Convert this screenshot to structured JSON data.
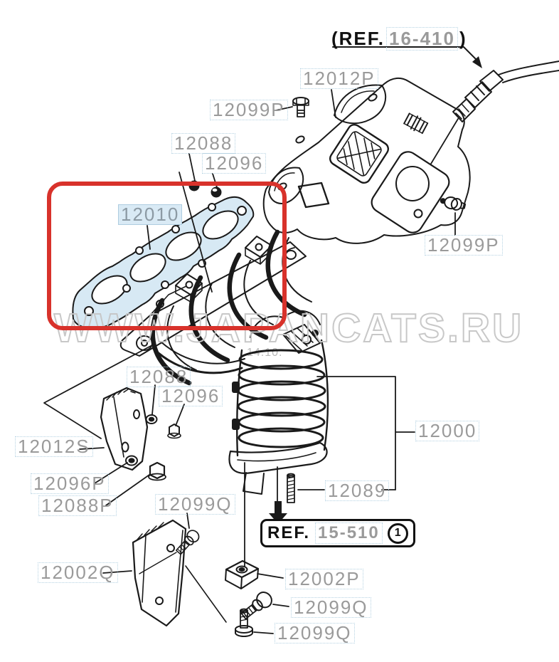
{
  "watermark": {
    "text": "WWW.JAPANCATS.RU"
  },
  "date_stamp": {
    "text": "14.10."
  },
  "colors": {
    "highlight_box": "#d8322b",
    "label_text": "#9a9a9a",
    "label_border_dotted": "#b5d2e2",
    "selected_label_bg": "#d9eaf5",
    "line_art": "#1a1a1a",
    "gasket_fill": "#d7e9f4"
  },
  "refs": {
    "top": {
      "prefix": "(REF.",
      "code": "16-410",
      "suffix": ")"
    },
    "bottom": {
      "prefix": "REF.",
      "code": "15-510",
      "badge": "1"
    }
  },
  "part_labels": [
    {
      "text": "12012P",
      "selected": false
    },
    {
      "text": "12099P",
      "selected": false
    },
    {
      "text": "12088",
      "selected": false
    },
    {
      "text": "12096",
      "selected": false
    },
    {
      "text": "12010",
      "selected": true
    },
    {
      "text": "12099P",
      "selected": false
    },
    {
      "text": "12088",
      "selected": false
    },
    {
      "text": "12096",
      "selected": false
    },
    {
      "text": "12012S",
      "selected": false
    },
    {
      "text": "12000",
      "selected": false
    },
    {
      "text": "12096P",
      "selected": false
    },
    {
      "text": "12088P",
      "selected": false
    },
    {
      "text": "12099Q",
      "selected": false
    },
    {
      "text": "12089",
      "selected": false
    },
    {
      "text": "12002Q",
      "selected": false
    },
    {
      "text": "12002P",
      "selected": false
    },
    {
      "text": "12099Q",
      "selected": false
    },
    {
      "text": "12099Q",
      "selected": false
    }
  ]
}
